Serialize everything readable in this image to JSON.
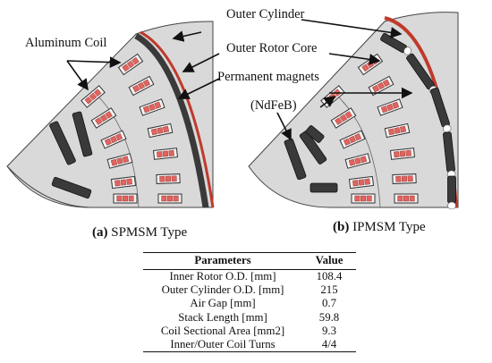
{
  "labels": {
    "aluminum_coil": "Aluminum Coil",
    "outer_cylinder": "Outer Cylinder",
    "outer_rotor_core": "Outer Rotor Core",
    "permanent_magnets": "Permanent magnets",
    "ndfeb": "(NdFeB)"
  },
  "captions": {
    "a_letter": "(a)",
    "a_text": " SPMSM Type",
    "b_letter": "(b)",
    "b_text": " IPMSM Type"
  },
  "table": {
    "headers": [
      "Parameters",
      "Value"
    ],
    "rows": [
      [
        "Inner Rotor O.D. [mm]",
        "108.4"
      ],
      [
        "Outer Cylinder O.D. [mm]",
        "215"
      ],
      [
        "Air Gap [mm]",
        "0.7"
      ],
      [
        "Stack Length [mm]",
        "59.8"
      ],
      [
        "Coil Sectional Area [mm2]",
        "9.3"
      ],
      [
        "Inner/Outer Coil Turns",
        "4/4"
      ]
    ]
  },
  "colors": {
    "core": "#d9d9d9",
    "coil": "#e0645f",
    "magnet": "#3a3a3a",
    "cylinder": "#c0392b",
    "outline": "#444444"
  }
}
